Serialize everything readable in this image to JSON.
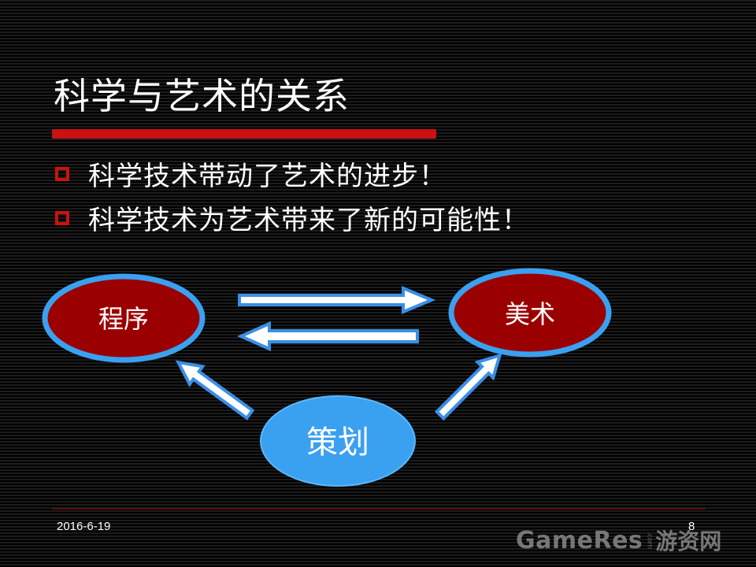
{
  "slide": {
    "title": "科学与艺术的关系",
    "bullets": [
      "科学技术带动了艺术的进步！",
      "科学技术为艺术带来了新的可能性！"
    ]
  },
  "diagram": {
    "nodes": {
      "program": "程序",
      "art": "美术",
      "design": "策划"
    }
  },
  "footer": {
    "date": "2016-6-19",
    "page": "8"
  },
  "watermark": {
    "brand": "GameRes",
    "dot": ".com",
    "cn": "游资网"
  },
  "colors": {
    "accent_red": "#cc1111",
    "node_dark_red": "#9b0000",
    "node_blue": "#3aa0f0",
    "arrow_blue": "#3a8fe8"
  }
}
